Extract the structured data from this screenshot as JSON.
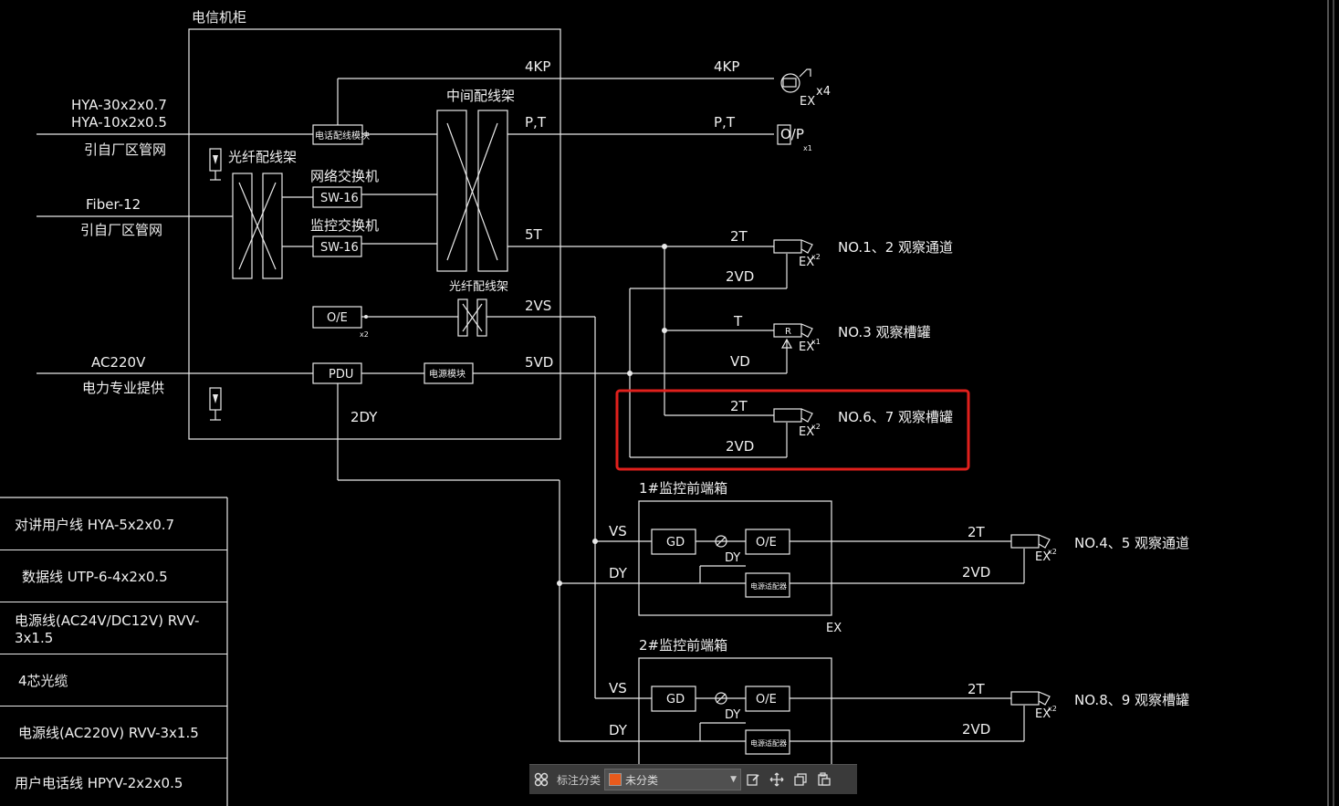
{
  "cabinet": {
    "title": "电信机柜",
    "middle_frame": "中间配线架",
    "fiber_frame_1": "光纤配线架",
    "fiber_frame_2": "光纤配线架",
    "network_switch_label": "网络交换机",
    "monitor_switch_label": "监控交换机",
    "sw1": "SW-16",
    "sw2": "SW-16",
    "phone_module": "电话配线模块",
    "oe": "O/E",
    "oe_mult": "x2",
    "pdu": "PDU",
    "power_module": "电源模块",
    "out_4kp": "4KP",
    "out_pt": "P,T",
    "out_5t": "5T",
    "out_2vs": "2VS",
    "out_5vd": "5VD",
    "out_2dy": "2DY"
  },
  "inputs": {
    "cable1": "HYA-30x2x0.7",
    "cable2": "HYA-10x2x0.5",
    "cable_src1": "引自厂区管网",
    "fiber": "Fiber-12",
    "fiber_src": "引自厂区管网",
    "ac": "AC220V",
    "ac_src": "电力专业提供"
  },
  "outputs": {
    "kp_line": "4KP",
    "kp_ex": "EX",
    "kp_mult": "x4",
    "pt_line": "P,T",
    "pt_device": "O/P",
    "pt_mult": "x1",
    "cam12_t": "2T",
    "cam12_vd": "2VD",
    "cam12_ex": "EX",
    "cam12_mult": "x2",
    "cam12_label": "NO.1、2 观察通道",
    "cam3_t": "T",
    "cam3_vd": "VD",
    "cam3_r": "R",
    "cam3_ex": "EX",
    "cam3_mult": "x1",
    "cam3_label": "NO.3 观察槽罐",
    "cam67_t": "2T",
    "cam67_vd": "2VD",
    "cam67_ex": "EX",
    "cam67_mult": "x2",
    "cam67_label": "NO.6、7 观察槽罐"
  },
  "box1": {
    "title": "1#监控前端箱",
    "vs": "VS",
    "dy": "DY",
    "gd": "GD",
    "oe": "O/E",
    "dy_inner": "DY",
    "power": "电源适配器",
    "ex": "EX",
    "t": "2T",
    "vd": "2VD",
    "cam_ex": "EX",
    "cam_mult": "x2",
    "cam_label": "NO.4、5 观察通道"
  },
  "box2": {
    "title": "2#监控前端箱",
    "vs": "VS",
    "dy": "DY",
    "gd": "GD",
    "oe": "O/E",
    "dy_inner": "DY",
    "power": "电源适配器",
    "t": "2T",
    "vd": "2VD",
    "cam_ex": "EX",
    "cam_mult": "x2",
    "cam_label": "NO.8、9 观察槽罐"
  },
  "legend": [
    "对讲用户线  HYA-5x2x0.7",
    "数据线  UTP-6-4x2x0.5",
    "电源线(AC24V/DC12V)  RVV-3x1.5",
    "4芯光缆",
    "电源线(AC220V)  RVV-3x1.5",
    "用户电话线  HPYV-2x2x0.5"
  ],
  "toolbar": {
    "grid_icon": "grid-icon",
    "label": "标注分类",
    "select_value": "未分类",
    "swatch_color": "#e85a1c",
    "highlight_color": "#e0201c"
  }
}
